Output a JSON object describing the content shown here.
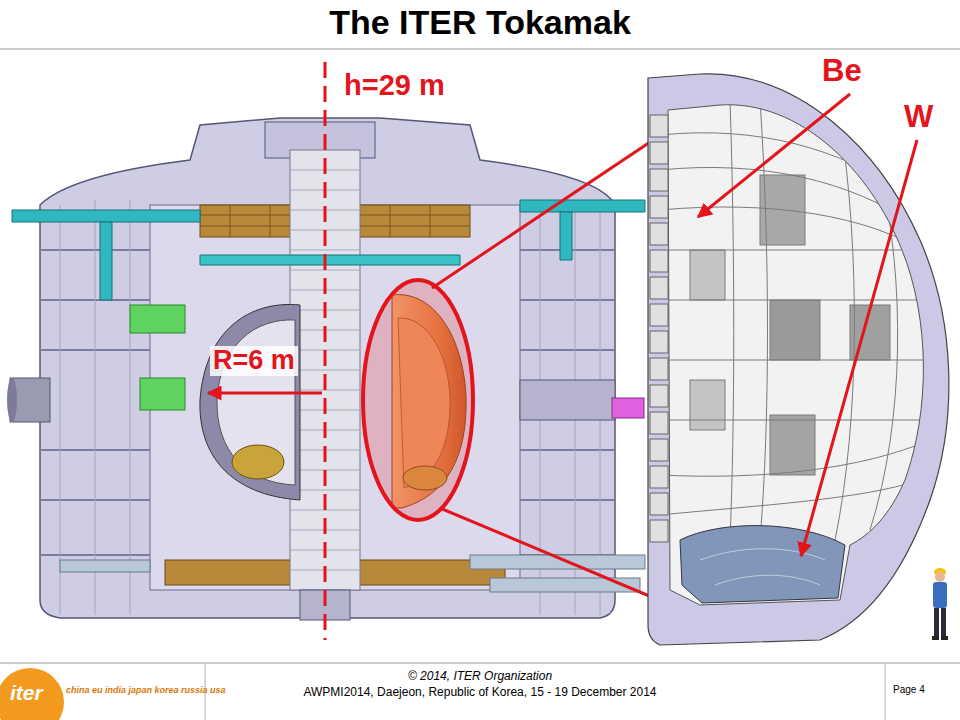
{
  "diagram": {
    "title": "The ITER Tokamak",
    "labels": [
      "h=29 m",
      "R=6 m",
      "Be",
      "W",
      "© 2014, ITER Organization",
      "AWPMI2014, Daejeon, Republic of Korea, 15 - 19 December 2014",
      "Page 4",
      "iter",
      "china eu india japan korea russia usa"
    ]
  }
}
